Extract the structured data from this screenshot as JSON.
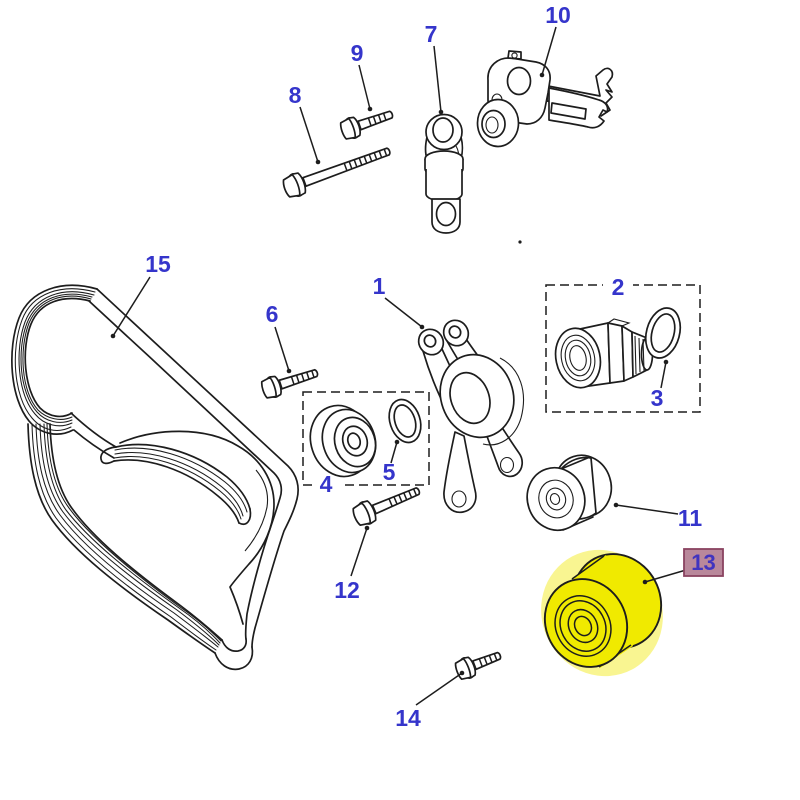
{
  "diagram": {
    "kind": "exploded-parts-diagram",
    "background_color": "#ffffff",
    "line_color": "#1d1d1d",
    "label_color": "#3535cb",
    "highlighted_part": "13",
    "highlight_part_fill": "#f0ea00",
    "highlight_part_halo": "#f8f37e",
    "highlight_label_bg": "#b9889b",
    "highlight_label_border": "#8a4360",
    "highlight_label_text_color": "#4134bf",
    "callouts": [
      {
        "num": "1",
        "highlighted": false
      },
      {
        "num": "2",
        "highlighted": false
      },
      {
        "num": "3",
        "highlighted": false
      },
      {
        "num": "4",
        "highlighted": false
      },
      {
        "num": "5",
        "highlighted": false
      },
      {
        "num": "6",
        "highlighted": false
      },
      {
        "num": "7",
        "highlighted": false
      },
      {
        "num": "8",
        "highlighted": false
      },
      {
        "num": "9",
        "highlighted": false
      },
      {
        "num": "10",
        "highlighted": false
      },
      {
        "num": "11",
        "highlighted": false
      },
      {
        "num": "12",
        "highlighted": false
      },
      {
        "num": "13",
        "highlighted": true
      },
      {
        "num": "14",
        "highlighted": false
      },
      {
        "num": "15",
        "highlighted": false
      }
    ]
  }
}
